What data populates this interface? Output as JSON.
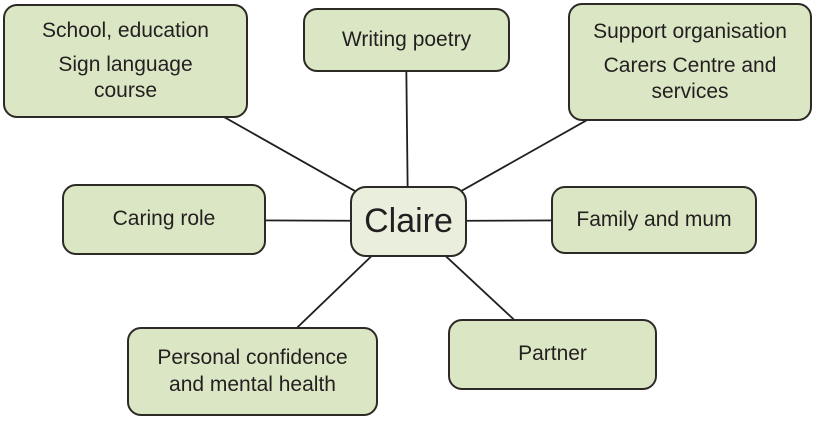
{
  "diagram": {
    "center": {
      "label": "Claire"
    },
    "nodes": {
      "school": {
        "line1": "School, education",
        "line2": "Sign language course"
      },
      "poetry": {
        "line1": "Writing poetry"
      },
      "support": {
        "line1": "Support organisation",
        "line2": "Carers Centre and services"
      },
      "caring": {
        "line1": "Caring role"
      },
      "family": {
        "line1": "Family and mum"
      },
      "personal": {
        "line1": "Personal confidence and mental health"
      },
      "partner": {
        "line1": "Partner"
      }
    },
    "colors": {
      "node_fill": "#dbe7c4",
      "center_fill": "#e9efdc",
      "border": "#2d2a26",
      "connector": "#1f1f1f",
      "text": "#231f20",
      "background": "#ffffff"
    }
  }
}
